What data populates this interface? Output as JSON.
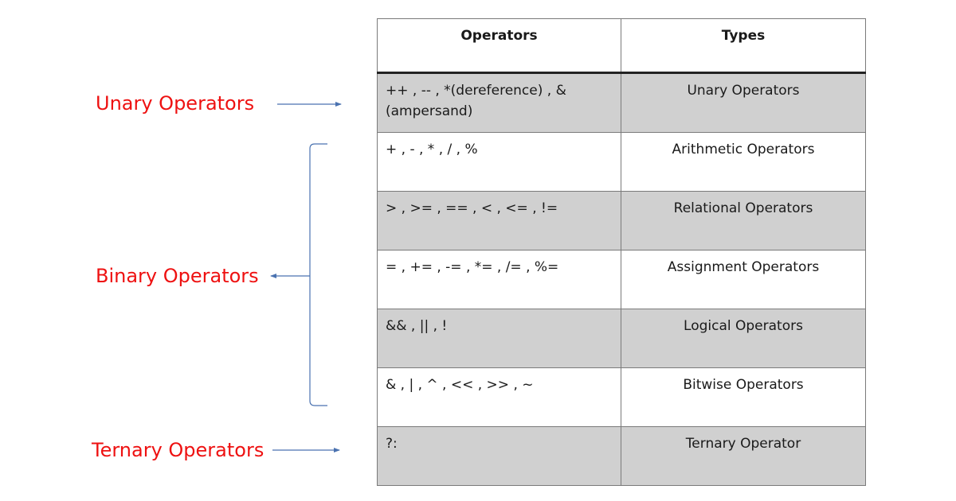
{
  "side_labels": {
    "unary": "Unary Operators",
    "binary": "Binary Operators",
    "ternary": "Ternary Operators"
  },
  "table": {
    "headers": {
      "operators": "Operators",
      "types": "Types"
    },
    "rows": [
      {
        "operators": "++ , -- , *(dereference) , &(ampersand)",
        "type": "Unary Operators",
        "shaded": true
      },
      {
        "operators": "+ , - , * , / , %",
        "type": "Arithmetic Operators",
        "shaded": false
      },
      {
        "operators": "> , >= , == , < , <= , !=",
        "type": "Relational Operators",
        "shaded": true
      },
      {
        "operators": "= , += , -= , *= , /= , %=",
        "type": "Assignment Operators",
        "shaded": false
      },
      {
        "operators": "&& , || , !",
        "type": "Logical Operators",
        "shaded": true
      },
      {
        "operators": "& , | , ^ , << , >> , ~",
        "type": "Bitwise Operators",
        "shaded": false
      },
      {
        "operators": "?:",
        "type": "Ternary Operator",
        "shaded": true
      }
    ]
  },
  "colors": {
    "label_text": "#ee1111",
    "connector": "#4a72b0",
    "shaded_row": "#d0d0d0"
  }
}
